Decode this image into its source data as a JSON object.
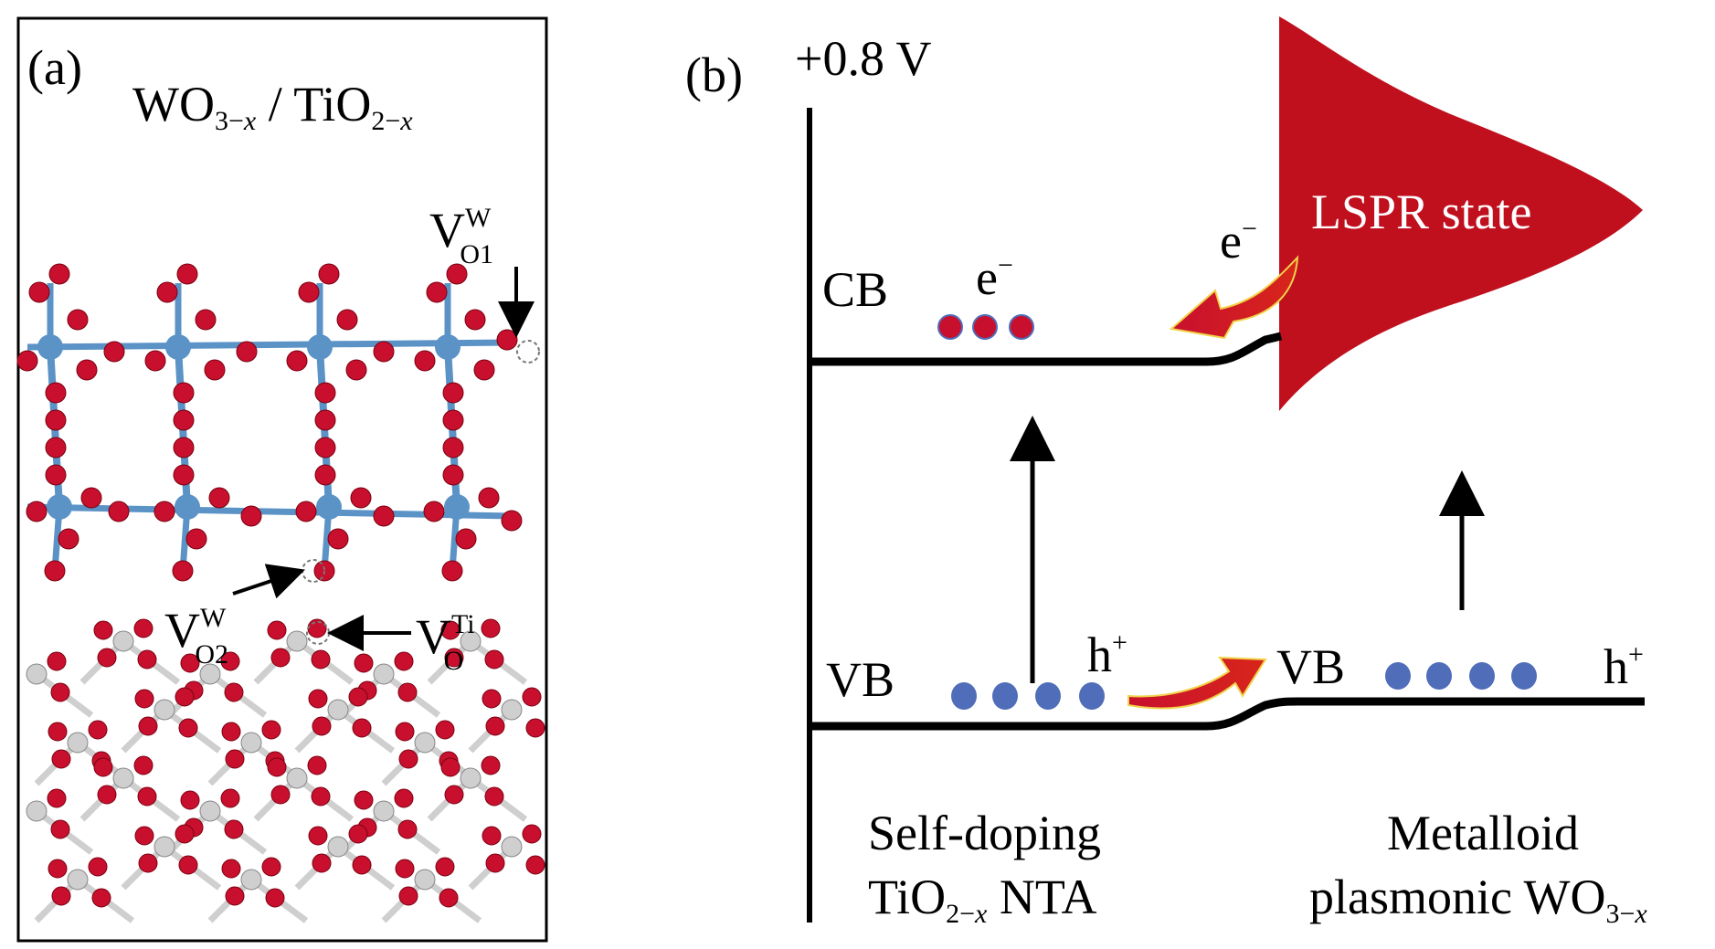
{
  "panel_a": {
    "label": "(a)",
    "title": {
      "wo": "WO",
      "wo_sub": "3−",
      "x1": "x",
      "slash": " / ",
      "ti": "TiO",
      "ti_sub": "2−",
      "x2": "x"
    },
    "vacancies": {
      "vo1": {
        "base": "V",
        "sup": "W",
        "sub": "O1"
      },
      "vo2": {
        "base": "V",
        "sup": "W",
        "sub": "O2"
      },
      "vti": {
        "base": "V",
        "sup": "Ti",
        "sub": "O"
      }
    }
  },
  "panel_b": {
    "label": "(b)",
    "voltage": "+0.8 V",
    "cb_label": "CB",
    "vb_left_label": "VB",
    "vb_right_label": "VB",
    "electron_label": "e",
    "electron_label_right": "e",
    "minus": "−",
    "hole_left": "h",
    "hole_right": "h",
    "plus": "+",
    "lspr": "LSPR state",
    "left_material": {
      "line1": "Self-doping",
      "line2_a": "TiO",
      "line2_sub": "2−",
      "line2_x": "x",
      "line2_b": " NTA"
    },
    "right_material": {
      "line1": "Metalloid",
      "line2_a": "plasmonic WO",
      "line2_sub": "3−",
      "line2_x": "x"
    }
  },
  "colors": {
    "oxygen": "#c8102e",
    "tungsten": "#5b93c7",
    "titanium": "#cfcfcf",
    "lspr": "#c0101e",
    "carrier_electron": "#c8102e",
    "carrier_hole": "#4f6db8",
    "band": "#000000"
  }
}
